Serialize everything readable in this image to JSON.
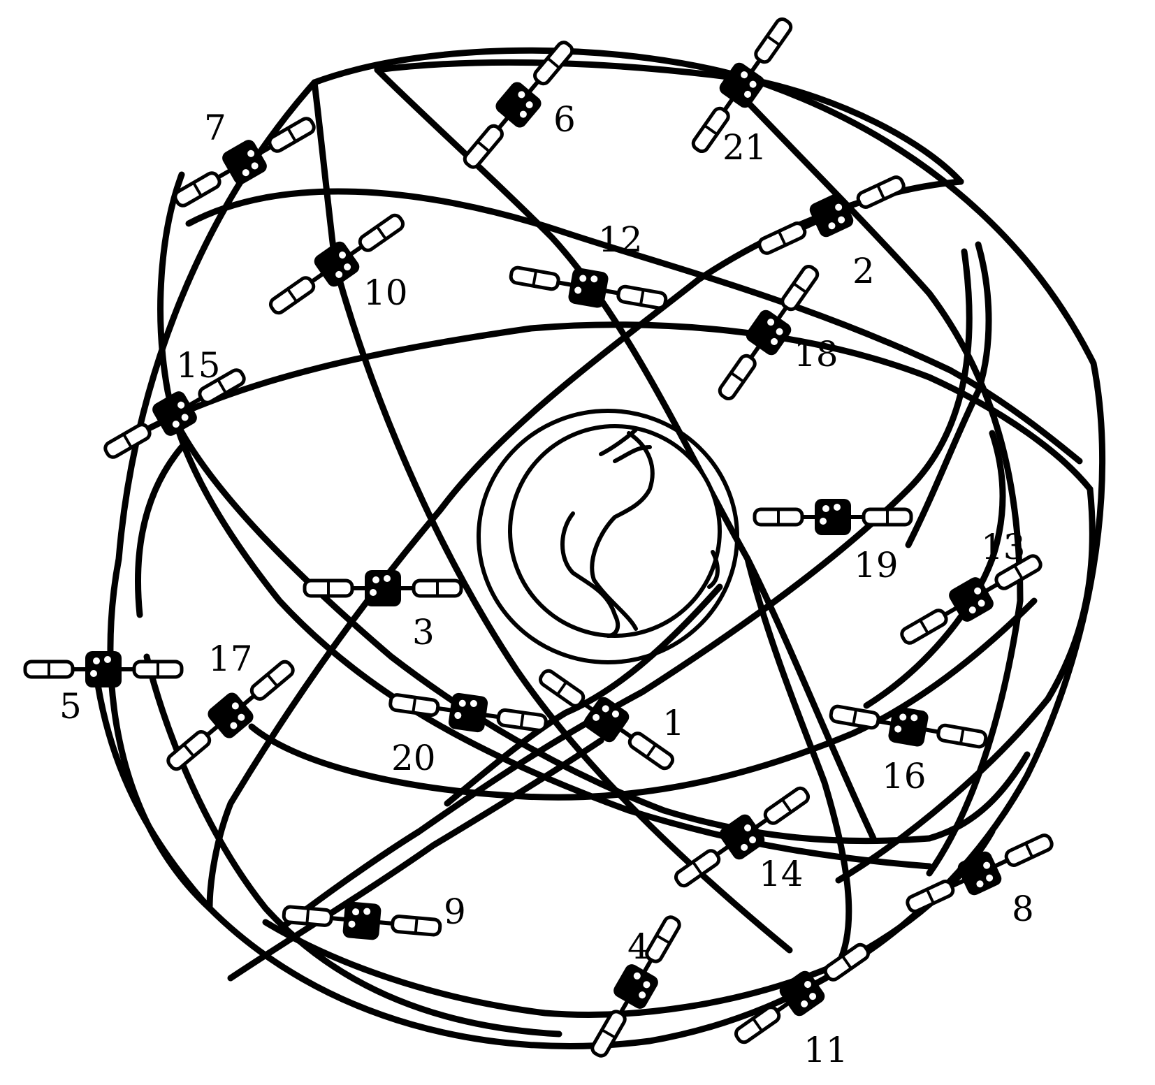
{
  "diagram": {
    "satellites": [
      {
        "label": "1"
      },
      {
        "label": "2"
      },
      {
        "label": "3"
      },
      {
        "label": "4"
      },
      {
        "label": "5"
      },
      {
        "label": "6"
      },
      {
        "label": "7"
      },
      {
        "label": "8"
      },
      {
        "label": "9"
      },
      {
        "label": "10"
      },
      {
        "label": "11"
      },
      {
        "label": "12"
      },
      {
        "label": "13"
      },
      {
        "label": "14"
      },
      {
        "label": "15"
      },
      {
        "label": "16"
      },
      {
        "label": "17"
      },
      {
        "label": "18"
      },
      {
        "label": "19"
      },
      {
        "label": "20"
      },
      {
        "label": "21"
      }
    ],
    "colors": {
      "ink": "#000000",
      "paper": "#ffffff"
    }
  }
}
